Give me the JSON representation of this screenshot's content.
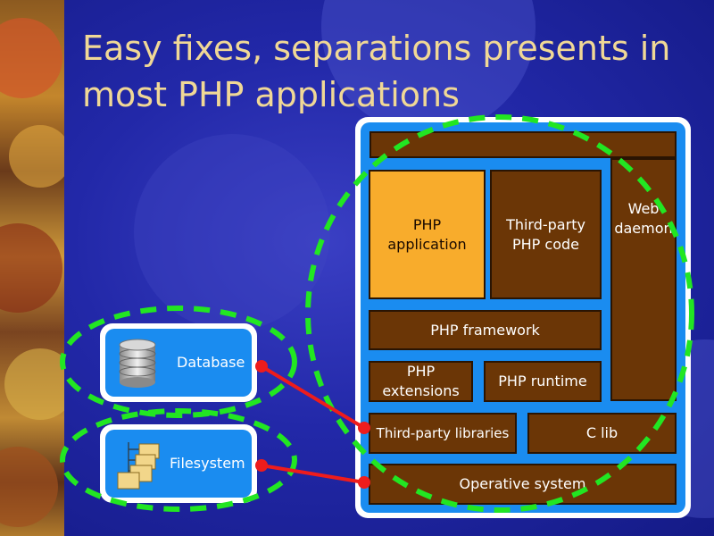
{
  "slide": {
    "title": "Easy fixes, separations presents in most PHP applications"
  },
  "stack": {
    "php_application": "PHP application",
    "third_party_php": "Third-party PHP code",
    "web_daemon": "Web daemon",
    "php_framework": "PHP framework",
    "php_extensions": "PHP extensions",
    "php_runtime": "PHP runtime",
    "third_party_libraries": "Third-party libraries",
    "c_lib": "C lib",
    "operative_system": "Operative system"
  },
  "resources": {
    "database": {
      "label": "Database",
      "icon": "database-icon"
    },
    "filesystem": {
      "label": "Filesystem",
      "icon": "folders-icon"
    }
  },
  "colors": {
    "background": "#2228a8",
    "title": "#f0d896",
    "layer": "#6b3606",
    "app_layer": "#f8ac2c",
    "frame": "#1a8cf0",
    "highlight_dash": "#22e622",
    "connector": "#ee1c1c"
  }
}
